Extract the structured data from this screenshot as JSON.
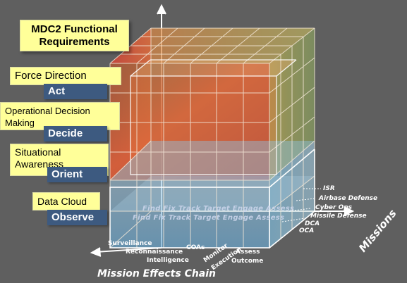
{
  "title": "MDC2 Functional Requirements",
  "requirements": [
    {
      "label": "Force Direction",
      "ooda": "Act"
    },
    {
      "label": "Operational Decision Making",
      "ooda": "Decide"
    },
    {
      "label": "Situational Awareness",
      "ooda": "Orient"
    },
    {
      "label": "Data Cloud",
      "ooda": "Observe"
    }
  ],
  "missions_axis": {
    "title": "Missions",
    "items": [
      "ISR",
      "Airbase Defense",
      "Cyber Ops",
      "Missile Defense",
      "DCA",
      "OCA"
    ]
  },
  "chain_axis": {
    "title": "Mission Effects Chain",
    "items": [
      "Surveillance",
      "Reconnaissance",
      "Intelligence",
      "COAs",
      "Monitor",
      "Execution",
      "Assess",
      "Outcome"
    ]
  },
  "layer_texts": [
    "Find Fix Track Target Engage Assess",
    "Find Fix Track Target Engage Assess"
  ],
  "colors": {
    "background": "#5f5f5f",
    "label_fill": "#ffff99",
    "ooda_fill": "#3d5a80",
    "cube_warm": "#d9623a",
    "cube_base": "#78b8d8"
  }
}
